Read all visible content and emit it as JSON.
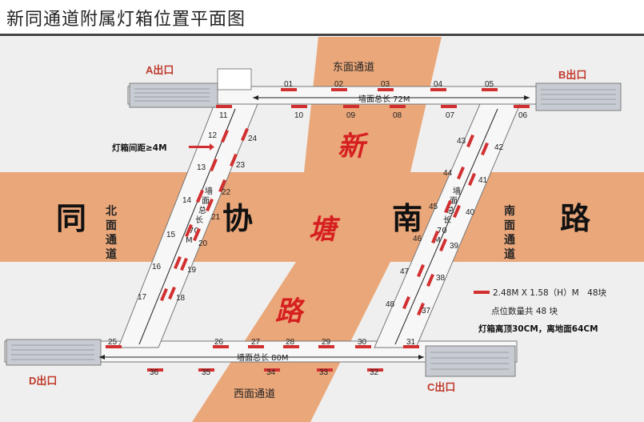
{
  "title": "新同通道附属灯箱位置平面图",
  "roads": {
    "horizontal": [
      "同",
      "协",
      "南",
      "路"
    ],
    "vertical": [
      "新",
      "塘",
      "路"
    ]
  },
  "passages": {
    "east": "东面通道",
    "west": "西面通道",
    "north": [
      "北",
      "面",
      "通",
      "道"
    ],
    "south": [
      "南",
      "面",
      "通",
      "道"
    ]
  },
  "exits": {
    "a": "A出口",
    "b": "B出口",
    "c": "C出口",
    "d": "D出口"
  },
  "lengths": {
    "top": "墙面总长 72M",
    "bottom": "墙面总长 80M",
    "left": [
      "墙",
      "面",
      "总",
      "长",
      "70",
      "M"
    ],
    "right": [
      "墙",
      "面",
      "总",
      "长",
      "70",
      "M"
    ]
  },
  "spacing_note": "灯箱间距≥4M",
  "legend": {
    "size": "2.48M X 1.58（H）M　48块",
    "count": "点位数量共 48 块",
    "install": "灯箱离顶30CM，离地面64CM"
  },
  "box_numbers": [
    "01",
    "02",
    "03",
    "04",
    "05",
    "06",
    "07",
    "08",
    "09",
    "10",
    "11",
    "12",
    "13",
    "14",
    "15",
    "16",
    "17",
    "18",
    "19",
    "20",
    "21",
    "22",
    "23",
    "24",
    "25",
    "26",
    "27",
    "28",
    "29",
    "30",
    "31",
    "32",
    "33",
    "34",
    "35",
    "36",
    "37",
    "38",
    "39",
    "40",
    "41",
    "42",
    "43",
    "44",
    "45",
    "46",
    "47",
    "48"
  ],
  "colors": {
    "road": "#eaa77a",
    "lightbox": "#d23030",
    "exit_text": "#c0392b",
    "road_name_red": "#d62020"
  }
}
